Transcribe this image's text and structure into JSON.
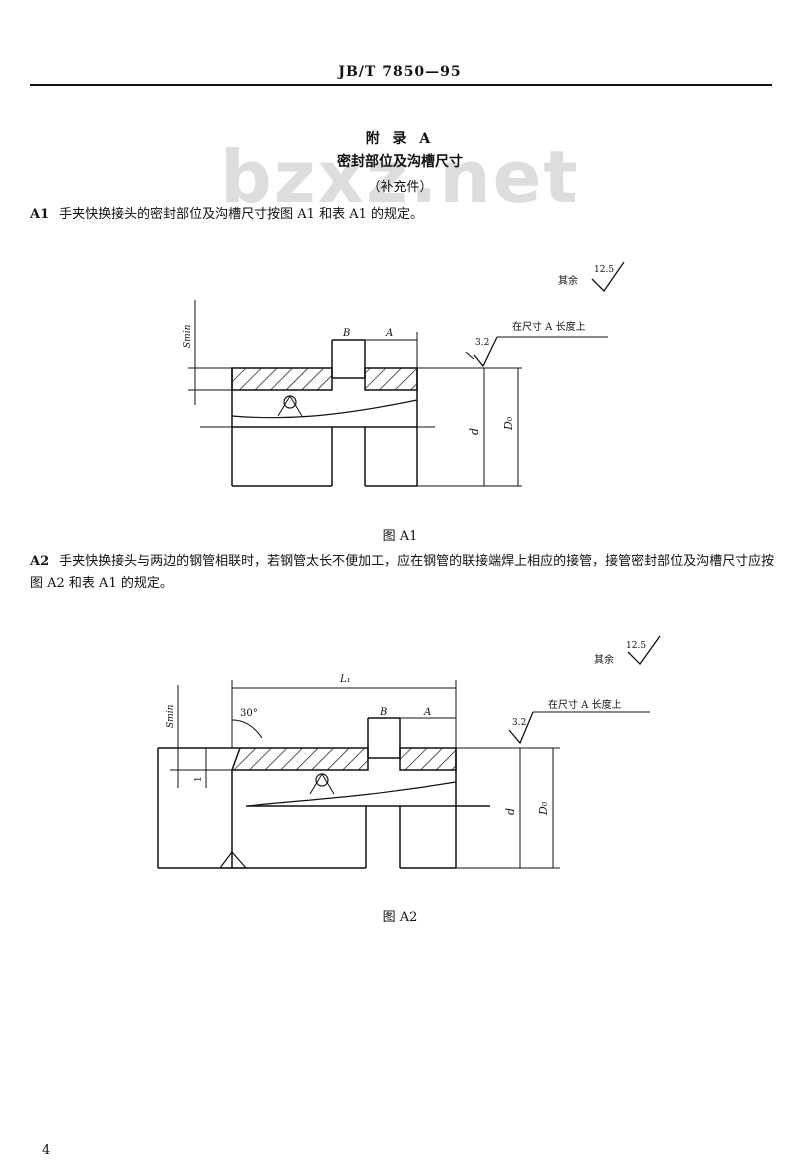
{
  "header": {
    "standard_number": "JB/T 7850—95"
  },
  "watermark": "bzxz.net",
  "appendix": {
    "title": "附 录 A",
    "subtitle": "密封部位及沟槽尺寸",
    "type": "（补充件）"
  },
  "sections": [
    {
      "id": "A1",
      "text": "手夹快换接头的密封部位及沟槽尺寸按图 A1 和表 A1 的规定。"
    },
    {
      "id": "A2",
      "text": "手夹快换接头与两边的钢管相联时，若钢管太长不便加工，应在钢管的联接端焊上相应的接管，接管密封部位及沟槽尺寸应按图 A2 和表 A1 的规定。"
    }
  ],
  "figures": [
    {
      "caption": "图 A1",
      "labels": {
        "remaining": "其余",
        "rough_rest": "12.5",
        "rough_a": "3.2",
        "note_a": "在尺寸 A 长度上",
        "dim_b": "B",
        "dim_a": "A",
        "dim_d": "d",
        "dim_d0": "D₀",
        "dim_smin": "Smin"
      }
    },
    {
      "caption": "图 A2",
      "labels": {
        "remaining": "其余",
        "rough_rest": "12.5",
        "rough_a": "3.2",
        "note_a": "在尺寸 A 长度上",
        "dim_l1": "L₁",
        "angle": "30°",
        "dim_b": "B",
        "dim_a": "A",
        "dim_d": "d",
        "dim_d0": "D₀",
        "dim_smin": "Smin",
        "dim_1": "1"
      }
    }
  ],
  "page_number": "4"
}
